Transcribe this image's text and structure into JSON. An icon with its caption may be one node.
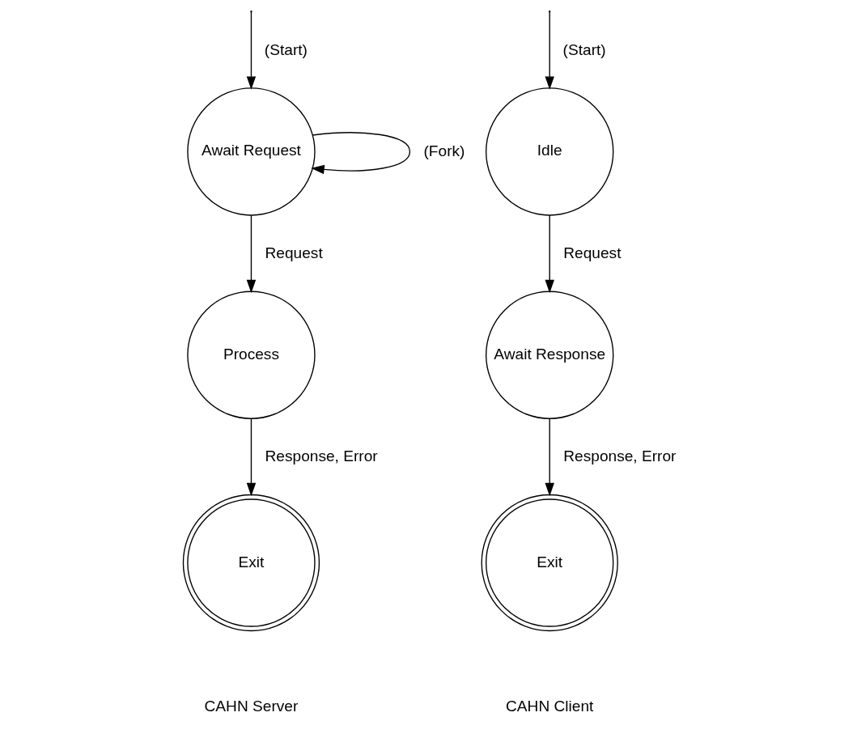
{
  "diagram": {
    "nodes": [
      {
        "text": [
          "Await Request"
        ]
      },
      {
        "text": [
          "Process"
        ]
      },
      {
        "text": [
          "Exit"
        ]
      },
      {
        "text": [
          "Idle"
        ]
      },
      {
        "text": [
          "Await Response"
        ]
      },
      {
        "text": [
          "Exit"
        ]
      }
    ],
    "edges": [
      {
        "from": 0,
        "to": 0,
        "arrow": "to",
        "label": "(Fork)"
      },
      {
        "from": null,
        "to": 0,
        "arrow": "to",
        "label": "(Start)"
      },
      {
        "from": 0,
        "to": 1,
        "arrow": "to",
        "label": "Request"
      },
      {
        "from": 1,
        "to": 2,
        "arrow": "to",
        "label": "Response, Error"
      },
      {
        "from": null,
        "to": 3,
        "arrow": "to",
        "label": "(Start)"
      },
      {
        "from": 3,
        "to": 4,
        "arrow": "to",
        "label": "Request"
      },
      {
        "from": 4,
        "to": 5,
        "arrow": "to",
        "label": "Response, Error"
      }
    ],
    "labels": [
      "CAHN Server",
      "CAHN Client"
    ]
  }
}
